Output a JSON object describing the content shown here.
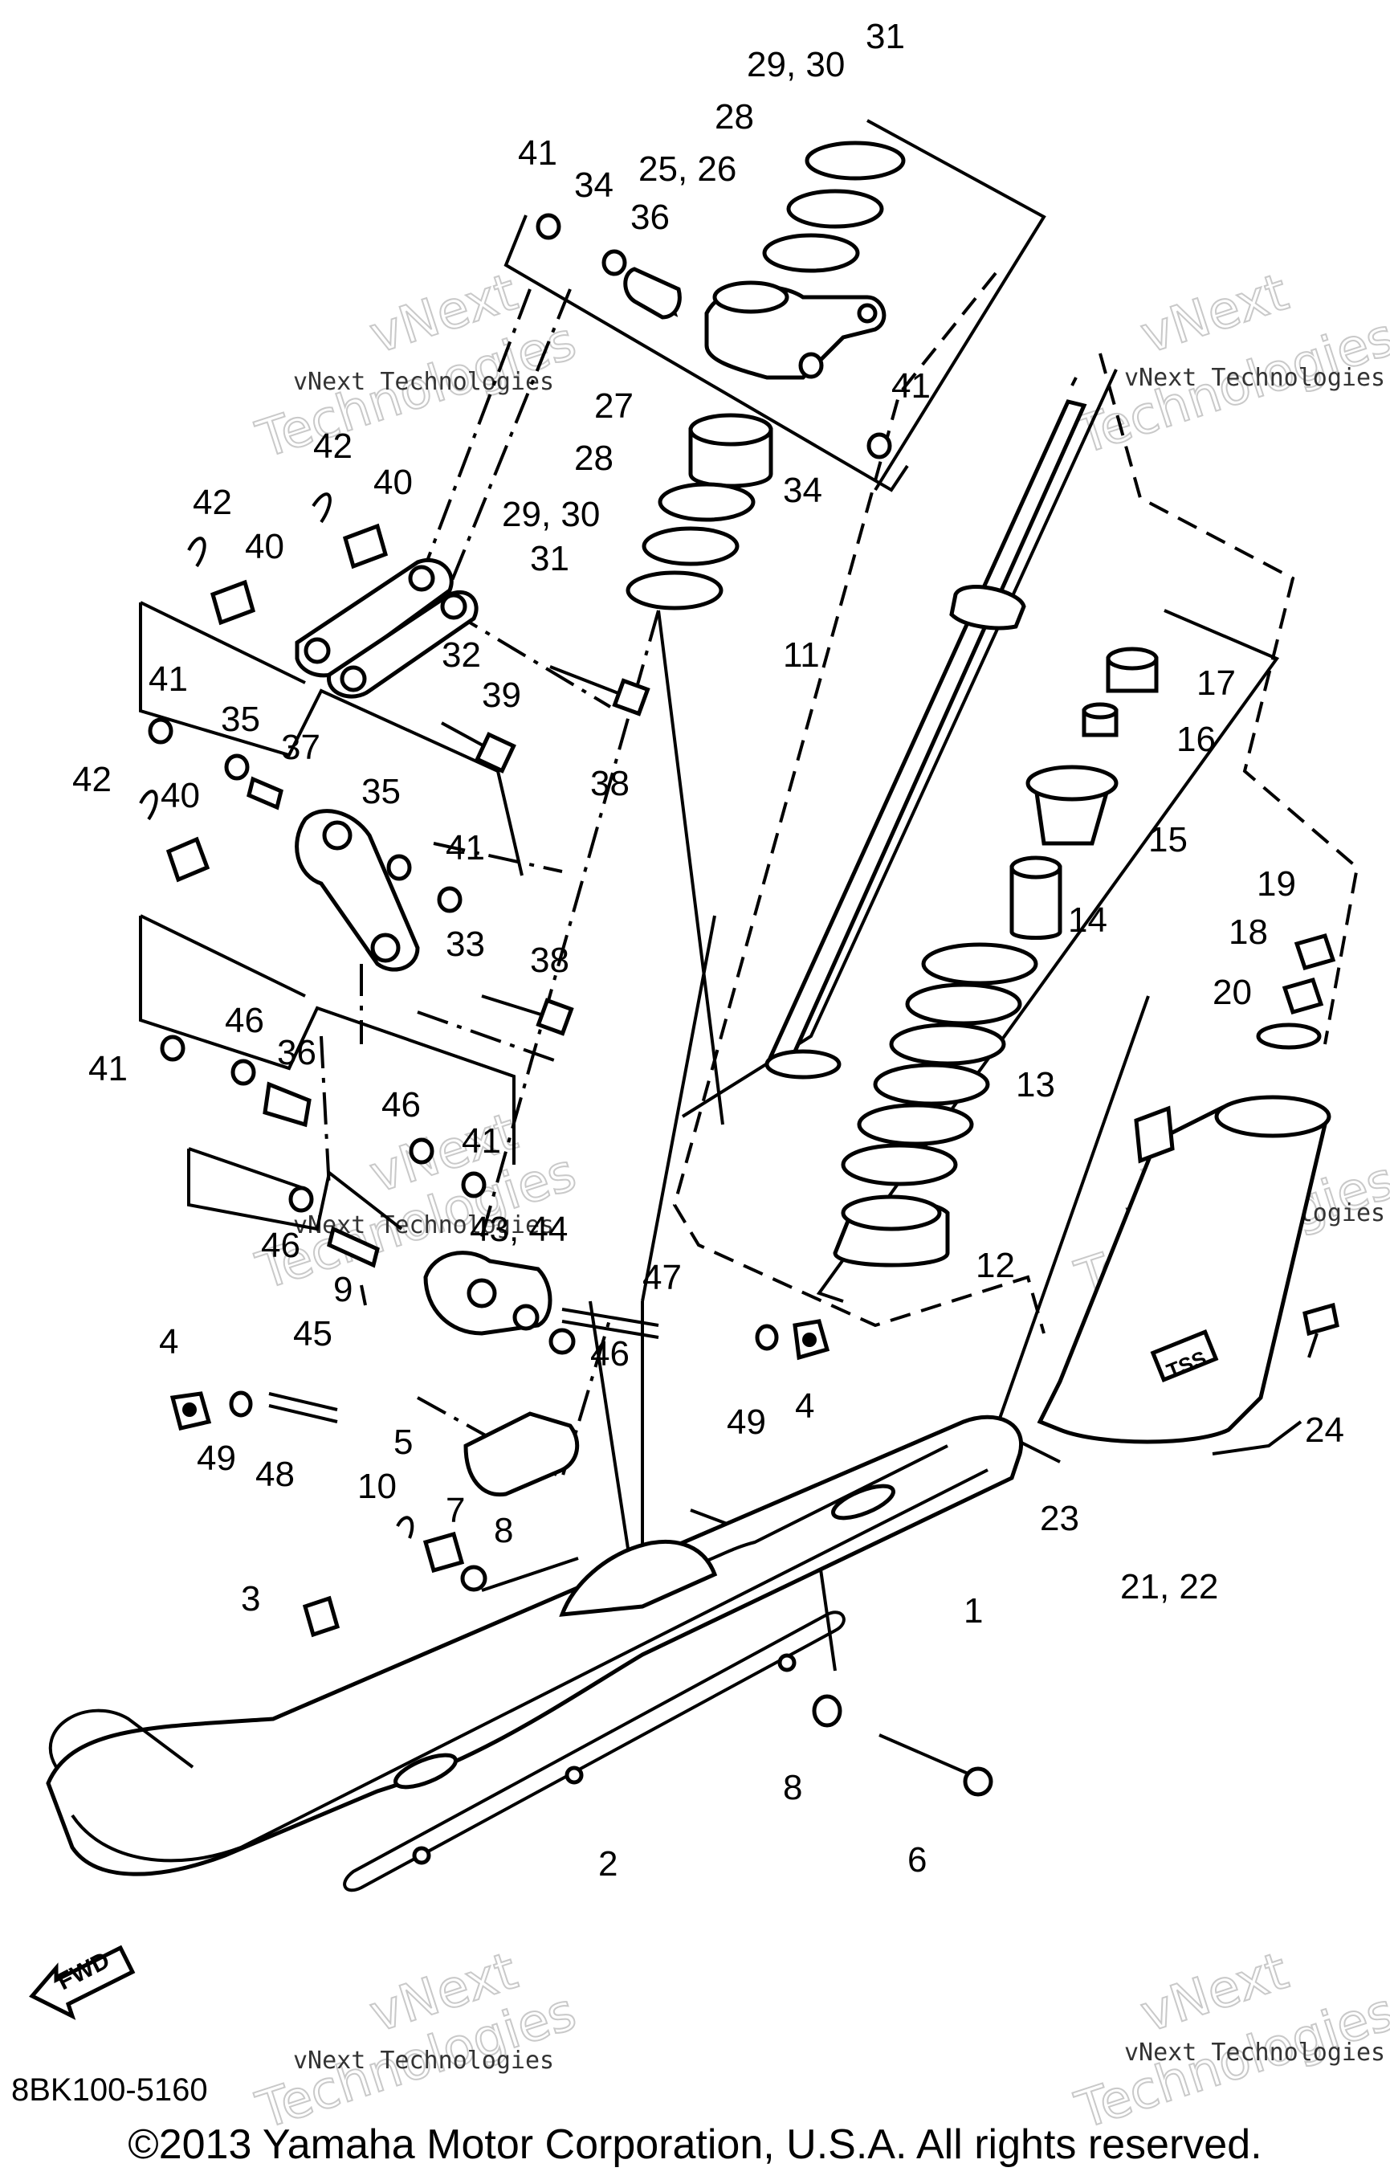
{
  "diagram": {
    "code": "8BK100-5160",
    "copyright": "©2013 Yamaha Motor Corporation, U.S.A. All rights reserved.",
    "fwd_label": "FWD",
    "tss_label": "TSS",
    "watermark_small": "vNext Technologies",
    "watermark_big": "vNext",
    "watermark_big2": "Technologies",
    "callouts": {
      "c1": "1",
      "c2": "2",
      "c3": "3",
      "c4a": "4",
      "c4b": "4",
      "c5": "5",
      "c6": "6",
      "c7": "7",
      "c8a": "8",
      "c8b": "8",
      "c9": "9",
      "c10": "10",
      "c11": "11",
      "c12": "12",
      "c13": "13",
      "c14": "14",
      "c15": "15",
      "c16": "16",
      "c17": "17",
      "c18": "18",
      "c19": "19",
      "c20": "20",
      "c21_22": "21, 22",
      "c23": "23",
      "c24": "24",
      "c25_26": "25, 26",
      "c27": "27",
      "c28a": "28",
      "c28b": "28",
      "c29_30a": "29, 30",
      "c29_30b": "29, 30",
      "c31a": "31",
      "c31b": "31",
      "c32": "32",
      "c33": "33",
      "c34a": "34",
      "c34b": "34",
      "c35a": "35",
      "c35b": "35",
      "c36a": "36",
      "c36b": "36",
      "c37": "37",
      "c38a": "38",
      "c38b": "38",
      "c39": "39",
      "c40a": "40",
      "c40b": "40",
      "c40c": "40",
      "c41a": "41",
      "c41b": "41",
      "c41c": "41",
      "c41d": "41",
      "c41e": "41",
      "c41f": "41",
      "c42a": "42",
      "c42b": "42",
      "c42c": "42",
      "c43_44": "43, 44",
      "c45": "45",
      "c46a": "46",
      "c46b": "46",
      "c46c": "46",
      "c46d": "46",
      "c47": "47",
      "c48": "48",
      "c49a": "49",
      "c49b": "49"
    }
  }
}
